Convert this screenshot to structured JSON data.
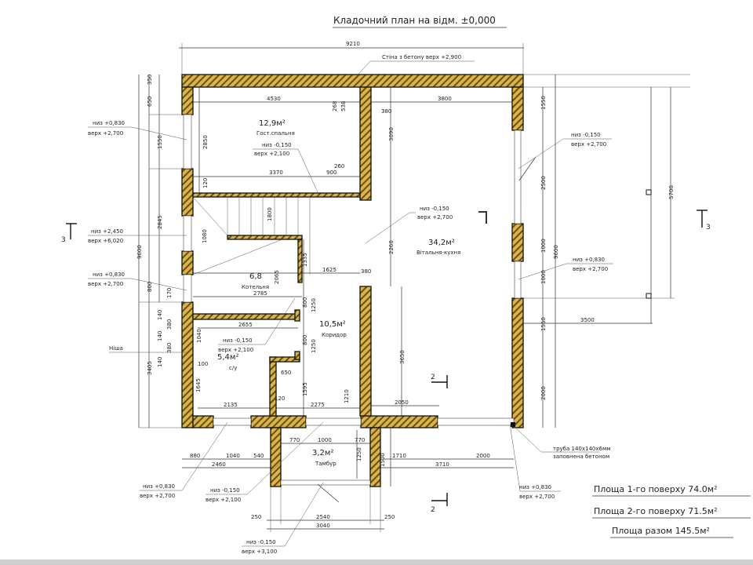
{
  "title": "Кладочний план на відм. ±0,000",
  "callouts": {
    "concrete_wall": "Стіна з бетону верх +2,900",
    "niche": "Ніша",
    "pipe_line1": "труба 140х140х6мм",
    "pipe_line2": "заповнена бетоном"
  },
  "openings": [
    {
      "bottom": "низ +0,830",
      "top": "верх +2,700"
    },
    {
      "bottom": "низ -0,150",
      "top": "верх +2,100"
    },
    {
      "bottom": "низ +2,450",
      "top": "верх +6,020"
    },
    {
      "bottom": "низ +0,830",
      "top": "верх +2,700"
    },
    {
      "bottom": "низ -0,150",
      "top": "верх +2,100"
    },
    {
      "bottom": "низ -0,150",
      "top": "верх +2,700"
    },
    {
      "bottom": "низ -0,150",
      "top": "верх +2,700"
    },
    {
      "bottom": "низ +0,830",
      "top": "верх +2,700"
    },
    {
      "bottom": "низ +0,830",
      "top": "верх +2,700"
    },
    {
      "bottom": "низ -0,150",
      "top": "верх +2,100"
    },
    {
      "bottom": "низ -0,150",
      "top": "верх +3,100"
    },
    {
      "bottom": "низ +0,830",
      "top": "верх +2,700"
    }
  ],
  "rooms": [
    {
      "area": "12,9м²",
      "name": "Гост.спальня"
    },
    {
      "area": "6,8",
      "name": "Котельня"
    },
    {
      "area": "10,5м²",
      "name": "Коридор"
    },
    {
      "area": "5,4м²",
      "name": "с/у"
    },
    {
      "area": "34,2м²",
      "name": "Вітальня-кухня"
    },
    {
      "area": "3,2м²",
      "name": "Тамбур"
    }
  ],
  "dimensions_h": [
    "9210",
    "4530",
    "3800",
    "3370",
    "900",
    "260",
    "1625",
    "2785",
    "2655",
    "650",
    "2135",
    "2275",
    "120",
    "2050",
    "3500",
    "770",
    "1000",
    "770",
    "880",
    "1040",
    "540",
    "2460",
    "1710",
    "2000",
    "3710",
    "250",
    "2540",
    "250",
    "3040",
    "380",
    "380",
    "100"
  ],
  "dimensions_v": [
    "350",
    "650",
    "1550",
    "2845",
    "9600",
    "800",
    "3405",
    "2850",
    "120",
    "1080",
    "1800",
    "2065",
    "1335",
    "800",
    "1250",
    "800",
    "1250",
    "1595",
    "1210",
    "1645",
    "1040",
    "3090",
    "2260",
    "3650",
    "1250",
    "1500",
    "1550",
    "2500",
    "1000",
    "9600",
    "1000",
    "1550",
    "2000",
    "5700",
    "268",
    "538",
    "170",
    "140",
    "380",
    "140",
    "380",
    "140"
  ],
  "sections": [
    "3",
    "3",
    "2",
    "2"
  ],
  "areas": {
    "floor1": "Площа 1-го поверху  74.0м²",
    "floor2": "Площа 2-го поверху  71.5м²",
    "total": "Площа разом  145.5м²"
  },
  "colors": {
    "wall_fill": "#d8b449",
    "hatch": "#6b4e10",
    "line": "#333333"
  }
}
